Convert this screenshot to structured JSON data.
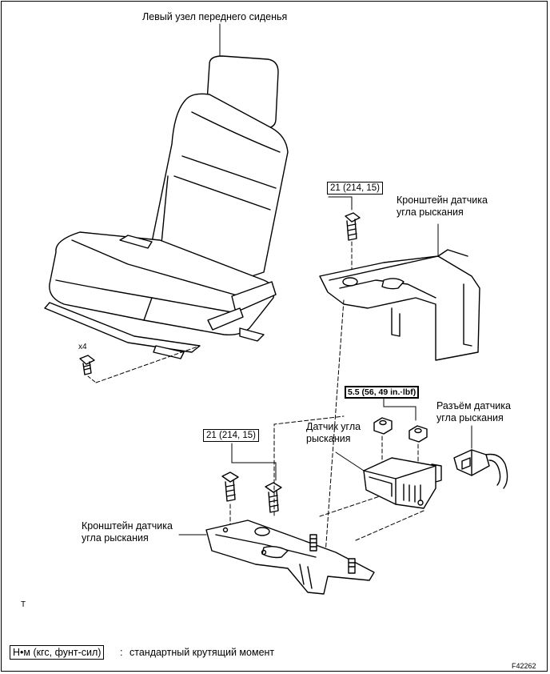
{
  "labels": {
    "seat": "Левый узел переднего сиденья",
    "top_bracket": [
      "Кронштейн датчика",
      "угла рыскания"
    ],
    "sensor": [
      "Датчик угла",
      "рыскания"
    ],
    "connector": [
      "Разъём датчика",
      "угла рыскания"
    ],
    "bottom_bracket": [
      "Кронштейн датчика",
      "угла рыскания"
    ],
    "bolt_count": "x4",
    "corner_mark": "T",
    "figure_id": "F42262"
  },
  "torque": {
    "top": "21 (214, 15)",
    "middle": "21 (214, 15)",
    "sensor_nuts": "5.5 (56, 49 in.·lbf)"
  },
  "legend": {
    "unit": "Н•м (кгс, фунт-сил)",
    "separator": ":",
    "text": "стандартный крутящий момент"
  }
}
